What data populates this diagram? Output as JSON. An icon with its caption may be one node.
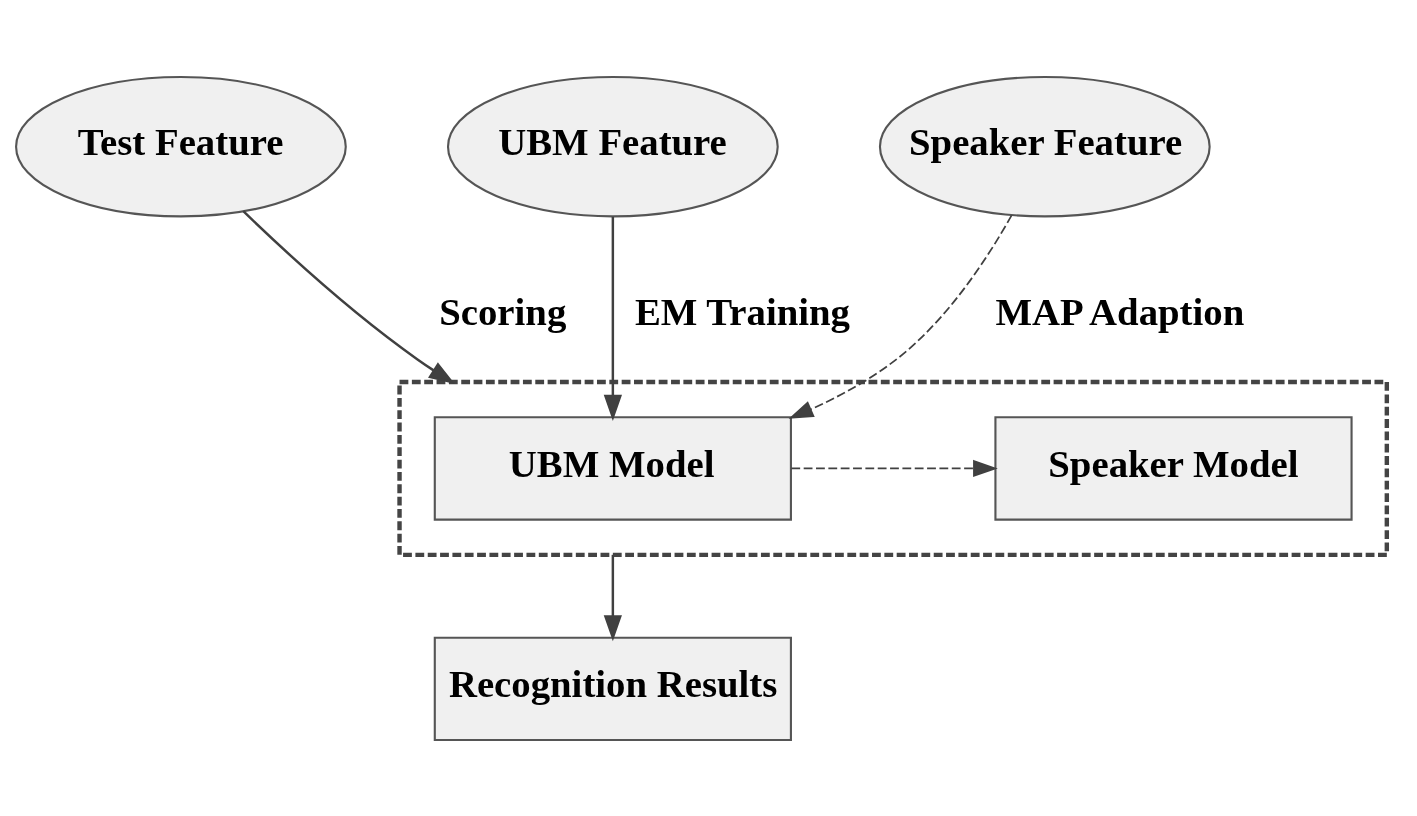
{
  "diagram": {
    "nodes": [
      {
        "text": [
          "Test Feature"
        ]
      },
      {
        "text": [
          "UBM Feature"
        ]
      },
      {
        "text": [
          "Speaker Feature"
        ]
      },
      {
        "text": [],
        "shape": "box"
      },
      {
        "text": [
          "UBM Model"
        ],
        "in": 3
      },
      {
        "text": [
          "Speaker Model"
        ],
        "in": 3
      },
      {
        "text": [
          "Recognition Results"
        ]
      }
    ],
    "edges": [
      {
        "from": 0,
        "to": 3,
        "arrow": "to",
        "label": "Scoring"
      },
      {
        "from": 1,
        "to": 4,
        "arrow": "to",
        "label": "EM Training"
      },
      {
        "from": 2,
        "to": 4,
        "arrow": "to",
        "label": "MAP Adaption",
        "style": "dashed"
      },
      {
        "from": 4,
        "to": 5,
        "arrow": "to",
        "style": "dashed"
      },
      {
        "from": 3,
        "to": 6,
        "arrow": "to"
      }
    ]
  }
}
